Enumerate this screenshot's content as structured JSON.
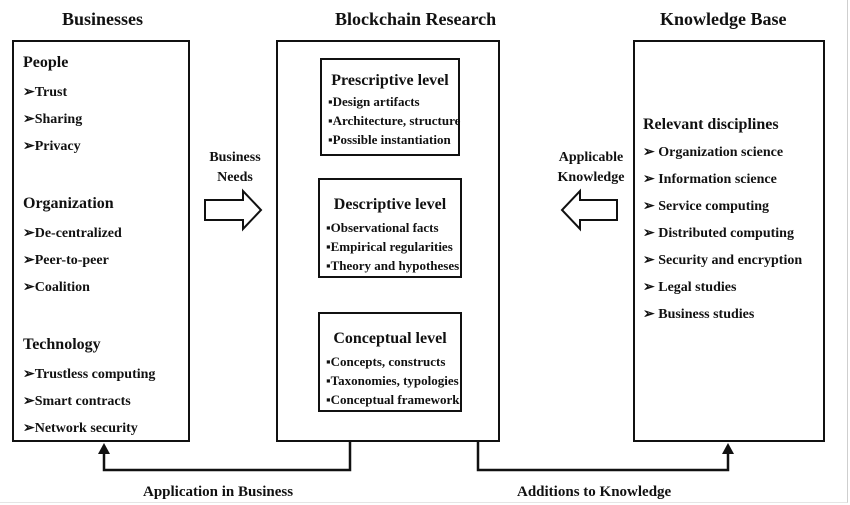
{
  "businesses": {
    "title": "Businesses",
    "sections": [
      {
        "title": "People",
        "items": [
          "➢Trust",
          "➢Sharing",
          "➢Privacy"
        ]
      },
      {
        "title": "Organization",
        "items": [
          "➢De-centralized",
          "➢Peer-to-peer",
          "➢Coalition"
        ]
      },
      {
        "title": "Technology",
        "items": [
          "➢Trustless computing",
          "➢Smart contracts",
          "➢Network security"
        ]
      }
    ]
  },
  "research": {
    "title": "Blockchain Research",
    "levels": [
      {
        "title": "Prescriptive level",
        "items": [
          "▪Design artifacts",
          "▪Architecture, structure",
          "▪Possible instantiation"
        ]
      },
      {
        "title": "Descriptive level",
        "items": [
          "▪Observational facts",
          "▪Empirical regularities",
          "▪Theory and hypotheses"
        ]
      },
      {
        "title": "Conceptual level",
        "items": [
          "▪Concepts, constructs",
          "▪Taxonomies, typologies",
          "▪Conceptual framework"
        ]
      }
    ]
  },
  "knowledge": {
    "title": "Knowledge Base",
    "section_title": "Relevant disciplines",
    "items": [
      "➢ Organization science",
      "➢ Information science",
      "➢ Service computing",
      "➢ Distributed computing",
      "➢ Security and encryption",
      "➢ Legal studies",
      "➢ Business studies"
    ]
  },
  "flows": {
    "business_needs": [
      "Business",
      "Needs"
    ],
    "applicable_knowledge": [
      "Applicable",
      "Knowledge"
    ],
    "application_in_business": "Application in Business",
    "additions_to_knowledge": "Additions to Knowledge"
  }
}
